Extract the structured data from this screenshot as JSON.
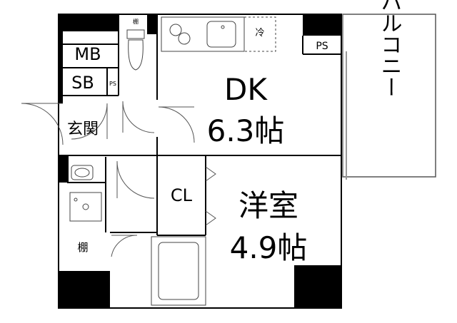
{
  "floorplan": {
    "rooms": {
      "dk": {
        "name": "DK",
        "size": "6.3帖"
      },
      "western": {
        "name": "洋室",
        "size": "4.9帖"
      },
      "entrance": {
        "name": "玄関"
      },
      "closet": {
        "name": "CL"
      }
    },
    "labels": {
      "mb": "MB",
      "sb": "SB",
      "ps_small": "PS",
      "ps_kitchen": "PS",
      "shelf_top": "棚",
      "shelf_left": "棚",
      "fridge": "冷",
      "balcony": "バルコニー"
    },
    "colors": {
      "wall": "#000000",
      "line": "#555555",
      "background": "#ffffff"
    }
  }
}
